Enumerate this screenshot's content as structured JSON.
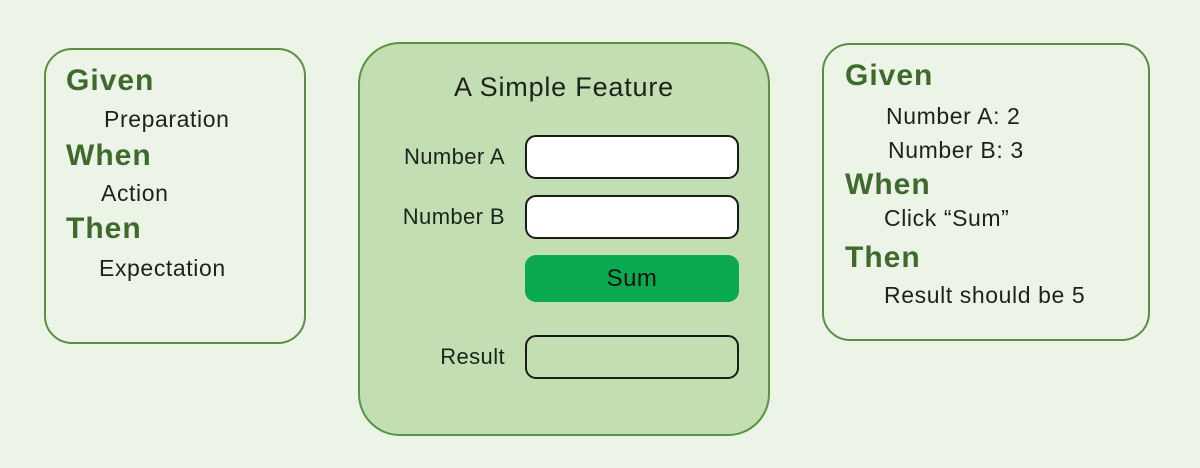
{
  "colors": {
    "page_background": "#ecf4e8",
    "panel_outline_green": "#5a8f44",
    "feature_panel_fill": "#c3deb3",
    "keyword_green": "#3e6b2d",
    "sum_button_green": "#0aa950",
    "body_text": "#1c241a"
  },
  "left_panel": {
    "lines": [
      {
        "type": "keyword",
        "text": "Given"
      },
      {
        "type": "detail",
        "text": "Preparation"
      },
      {
        "type": "keyword",
        "text": "When"
      },
      {
        "type": "detail",
        "text": "Action"
      },
      {
        "type": "keyword",
        "text": "Then"
      },
      {
        "type": "detail",
        "text": "Expectation"
      }
    ]
  },
  "feature_panel": {
    "title": "A Simple Feature",
    "number_a_label": "Number A",
    "number_b_label": "Number B",
    "result_label": "Result",
    "sum_button_label": "Sum",
    "inputs": {
      "number_a_value": "",
      "number_b_value": "",
      "result_value": ""
    }
  },
  "right_panel": {
    "lines": [
      {
        "type": "keyword",
        "text": "Given"
      },
      {
        "type": "detail",
        "text": "Number A: 2"
      },
      {
        "type": "detail",
        "text": "Number B: 3"
      },
      {
        "type": "keyword",
        "text": "When"
      },
      {
        "type": "detail",
        "text": "Click “Sum”"
      },
      {
        "type": "keyword",
        "text": "Then"
      },
      {
        "type": "detail",
        "text": "Result should be 5"
      }
    ]
  }
}
